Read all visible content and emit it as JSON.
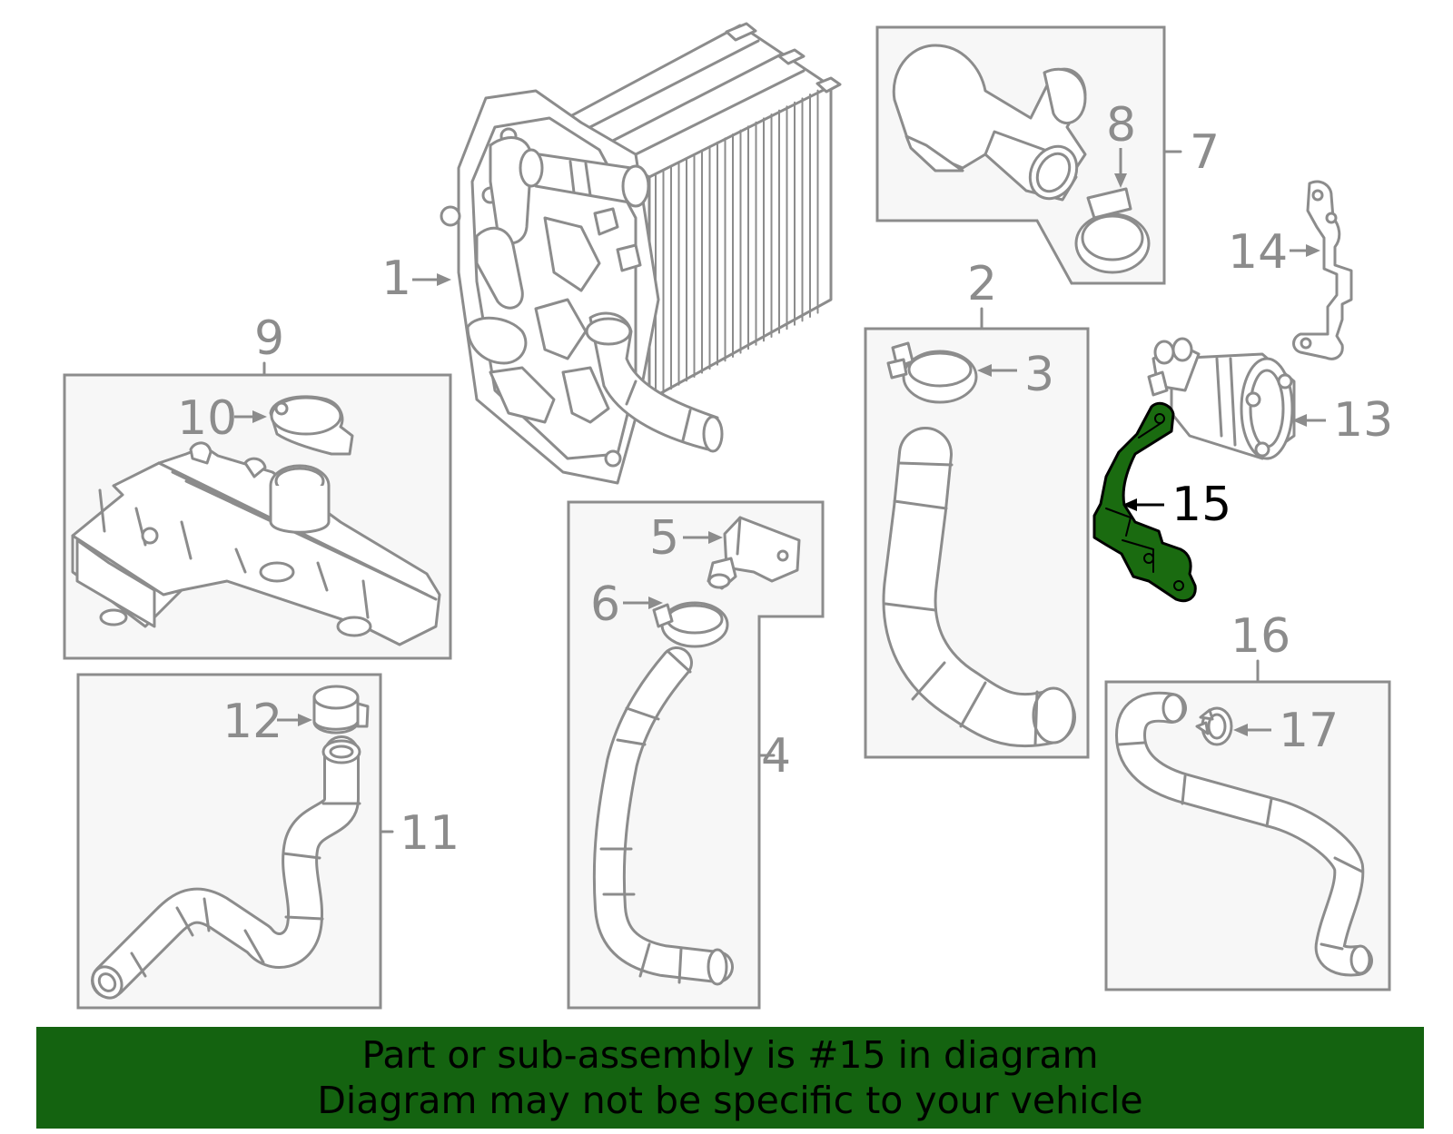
{
  "colors": {
    "line": "#8c8c8c",
    "highlight": "#1a6b10",
    "banner": "#146310",
    "text_highlight": "#000000"
  },
  "callouts": [
    {
      "id": "1",
      "label": "1"
    },
    {
      "id": "2",
      "label": "2"
    },
    {
      "id": "3",
      "label": "3"
    },
    {
      "id": "4",
      "label": "4"
    },
    {
      "id": "5",
      "label": "5"
    },
    {
      "id": "6",
      "label": "6"
    },
    {
      "id": "7",
      "label": "7"
    },
    {
      "id": "8",
      "label": "8"
    },
    {
      "id": "9",
      "label": "9"
    },
    {
      "id": "10",
      "label": "10"
    },
    {
      "id": "11",
      "label": "11"
    },
    {
      "id": "12",
      "label": "12"
    },
    {
      "id": "13",
      "label": "13"
    },
    {
      "id": "14",
      "label": "14"
    },
    {
      "id": "15",
      "label": "15",
      "highlighted": true
    },
    {
      "id": "16",
      "label": "16"
    },
    {
      "id": "17",
      "label": "17"
    }
  ],
  "highlighted_part": "15",
  "footer": {
    "line1": "Part or sub-assembly is #15 in diagram",
    "line2": "Diagram may not be specific to your vehicle"
  }
}
